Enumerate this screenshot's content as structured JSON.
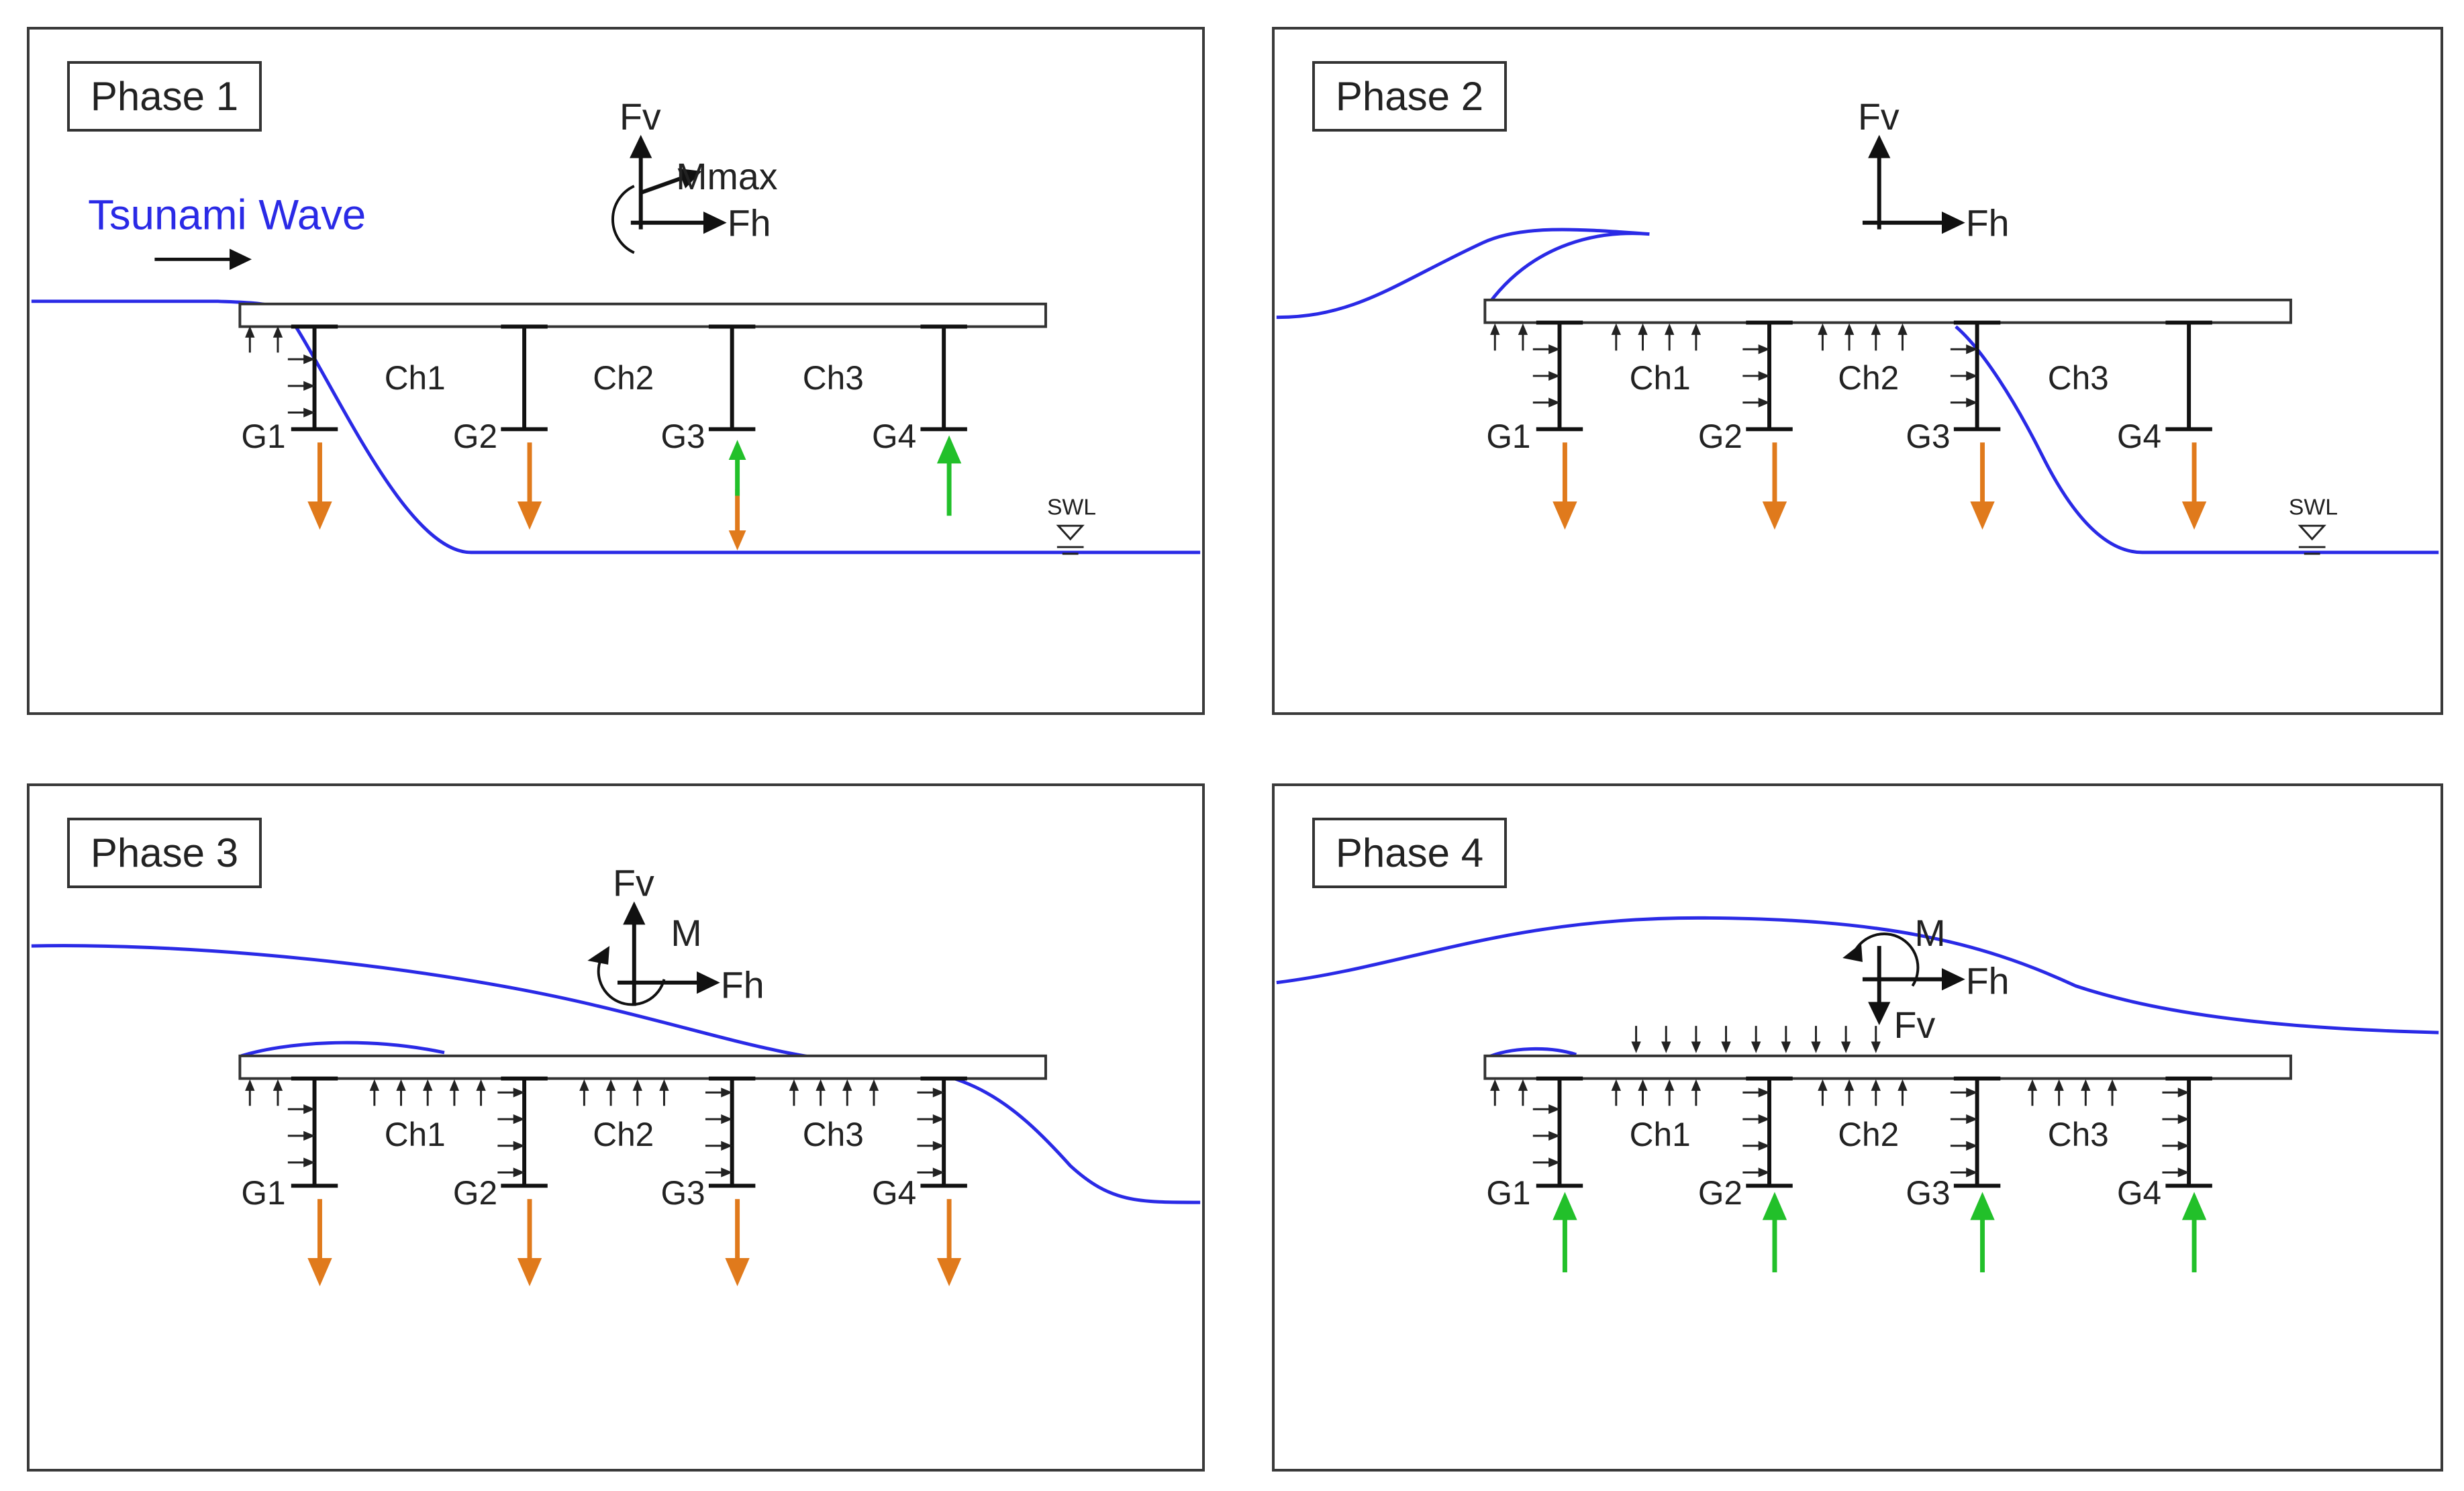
{
  "colors": {
    "wave": "#2a2ae6",
    "downward_force": "#e07a1c",
    "upward_force": "#22c02a",
    "structure": "#111111",
    "pressure": "#222222"
  },
  "labels": {
    "girders": [
      "G1",
      "G2",
      "G3",
      "G4"
    ],
    "chambers": [
      "Ch1",
      "Ch2",
      "Ch3"
    ],
    "fv": "Fv",
    "fh": "Fh",
    "swl": "SWL"
  },
  "panels": [
    {
      "title": "Phase 1",
      "wave_caption": "Tsunami Wave",
      "moment_label": "Mmax",
      "show_moment": true,
      "fv_direction": "up",
      "girder_reactions": [
        "down",
        "down",
        "both",
        "up"
      ],
      "show_swl": true
    },
    {
      "title": "Phase 2",
      "moment_label": "",
      "show_moment": false,
      "fv_direction": "up",
      "girder_reactions": [
        "down",
        "down",
        "down",
        "down"
      ],
      "show_swl": true
    },
    {
      "title": "Phase 3",
      "moment_label": "M",
      "show_moment": true,
      "fv_direction": "up",
      "girder_reactions": [
        "down",
        "down",
        "down",
        "down"
      ],
      "show_swl": false
    },
    {
      "title": "Phase 4",
      "moment_label": "M",
      "show_moment": true,
      "fv_direction": "down",
      "girder_reactions": [
        "up",
        "up",
        "up",
        "up"
      ],
      "show_swl": false
    }
  ]
}
